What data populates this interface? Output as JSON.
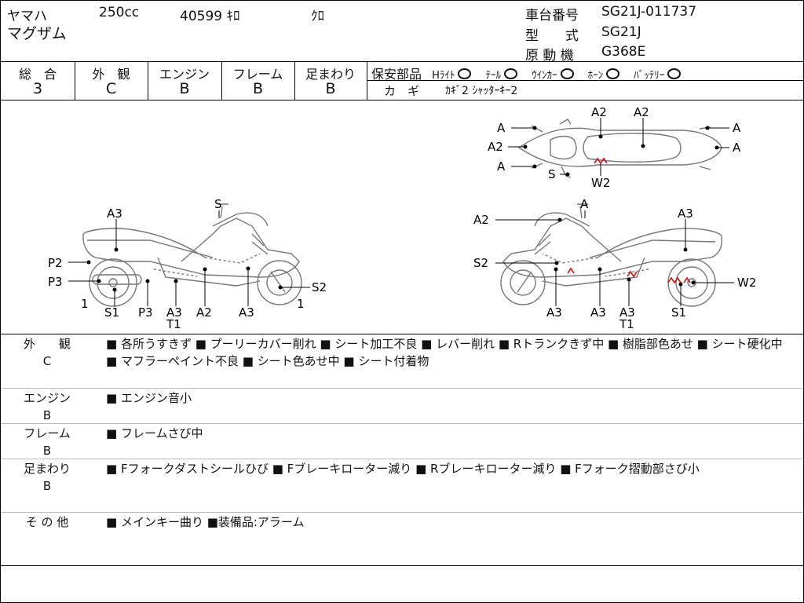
{
  "header": {
    "maker": "ヤマハ",
    "displacement": "250cc",
    "mileage": "40599 ｷﾛ",
    "color": "ｸﾛ",
    "model_name": "マグザム",
    "frame_label": "車台番号",
    "frame_no": "SG21J-011737",
    "type_label": "型　　式",
    "type_value": "SG21J",
    "engine_label": "原 動 機",
    "engine_value": "G368E"
  },
  "grades": {
    "overall": {
      "label": "総　合",
      "value": "3"
    },
    "exterior": {
      "label": "外　観",
      "value": "C"
    },
    "engine": {
      "label": "エンジン",
      "value": "B"
    },
    "frame": {
      "label": "フレーム",
      "value": "B"
    },
    "suspension": {
      "label": "足まわり",
      "value": "B"
    }
  },
  "safety": {
    "title": "保安部品",
    "items": [
      {
        "label": "Hﾗｲﾄ"
      },
      {
        "label": "ﾃｰﾙ"
      },
      {
        "label": "ｳｲﾝｶｰ"
      },
      {
        "label": "ﾎｰﾝ"
      },
      {
        "label": "ﾊﾞｯﾃﾘｰ"
      }
    ],
    "key_label": "カ　ギ",
    "key_value": "ｶｷﾞ2 ｼｬｯﾀｰｷｰ2"
  },
  "diagram": {
    "top_view": {
      "labels": [
        "A",
        "A2",
        "A",
        "S",
        "A2",
        "A2",
        "W2",
        "A",
        "A"
      ]
    },
    "left_view": {
      "labels": [
        "S",
        "A3",
        "P2",
        "P3",
        "1",
        "S1",
        "P3",
        "A3",
        "T1",
        "A2",
        "A3",
        "S2",
        "1"
      ]
    },
    "right_view": {
      "labels": [
        "A",
        "A2",
        "A3",
        "S2",
        "A3",
        "A3",
        "A3",
        "T1",
        "S1",
        "W2"
      ]
    }
  },
  "remarks": [
    {
      "label_line1": "外　　観",
      "label_line2": "C",
      "text": "■ 各所うすきず ■ プーリーカバー削れ ■ シート加工不良 ■ レバー削れ ■ Rトランクきず中 ■ 樹脂部色あせ ■ シート硬化中 ■ マフラーペイント不良 ■ シート色あせ中 ■ シート付着物"
    },
    {
      "label_line1": "エンジン",
      "label_line2": "B",
      "text": "■ エンジン音小"
    },
    {
      "label_line1": "フレーム",
      "label_line2": "B",
      "text": "■ フレームさび中"
    },
    {
      "label_line1": "足まわり",
      "label_line2": "B",
      "text": "■ Fフォークダストシールひび ■ Fブレーキローター減り ■ Rブレーキローター減り ■ Fフォーク摺動部さび小"
    },
    {
      "label_line1": "そ の 他",
      "label_line2": "",
      "text": "■ メインキー曲り ■装備品:アラーム"
    }
  ],
  "colors": {
    "damage_mark": "#d21414",
    "line": "#000000",
    "sketch": "#555555"
  }
}
